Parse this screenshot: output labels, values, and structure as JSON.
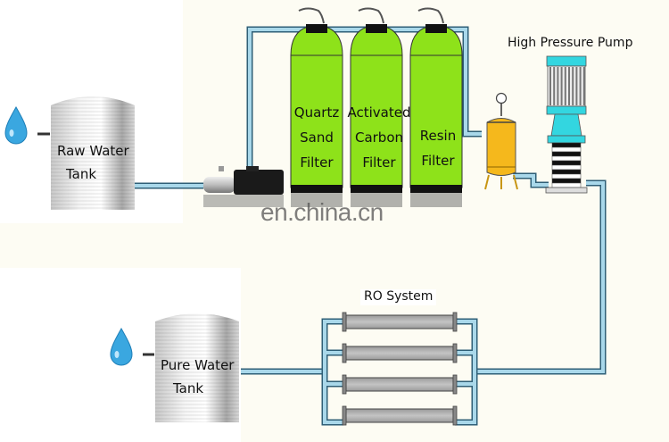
{
  "diagram": {
    "title": "Reverse Osmosis Water Treatment Process",
    "components": {
      "raw_water_tank": {
        "label_line1": "Raw Water",
        "label_line2": "Tank"
      },
      "filters": [
        {
          "label_lines": [
            "Quartz",
            "Sand",
            "Filter"
          ]
        },
        {
          "label_lines": [
            "Activated",
            "Carbon",
            "Filter"
          ]
        },
        {
          "label_lines": [
            "Resin",
            "Filter"
          ]
        }
      ],
      "high_pressure_pump": {
        "label": "High Pressure Pump"
      },
      "ro_system": {
        "label": "RO System",
        "membrane_count": 4
      },
      "pure_water_tank": {
        "label_line1": "Pure Water",
        "label_line2": "Tank"
      }
    },
    "watermark": "en.china.cn",
    "colors": {
      "pipe": "#a9d8ea",
      "pipe_outline": "#2f5f77",
      "filter_green": "#8ee21a",
      "vessel_yellow": "#f5b81c",
      "pump_cyan": "#33d6e0",
      "membrane_gray": "#b0b0b0",
      "water_drop": "#3aa7e0"
    }
  }
}
